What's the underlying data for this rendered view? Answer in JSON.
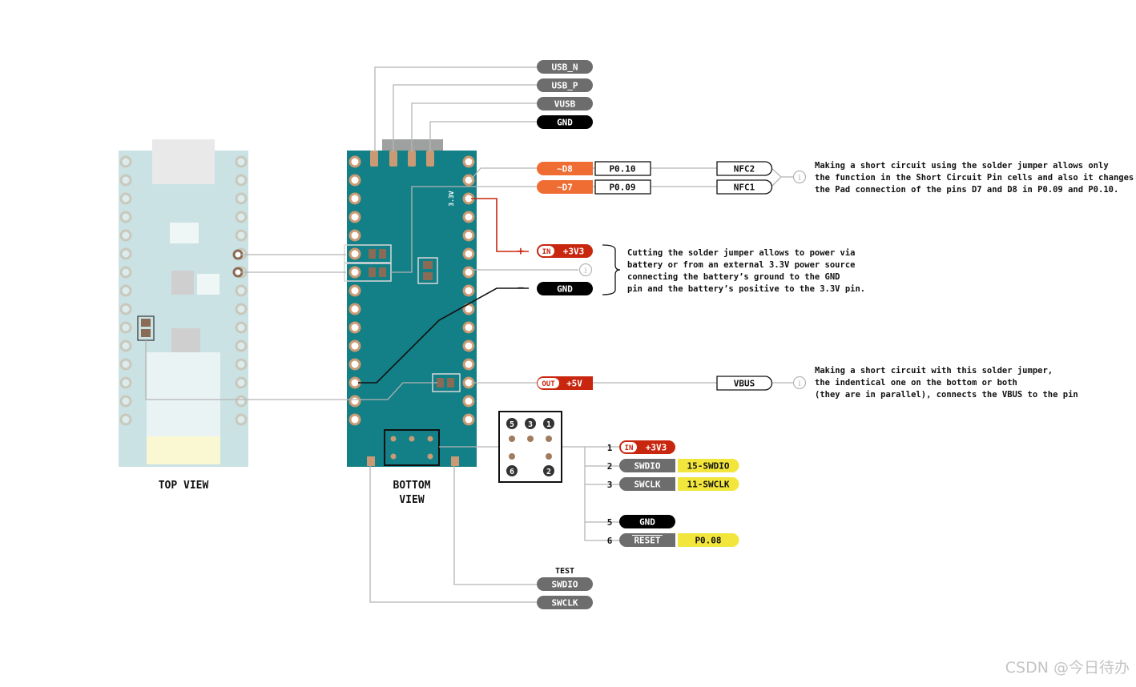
{
  "views": {
    "top": "TOP VIEW",
    "bottom_line1": "BOTTOM",
    "bottom_line2": "VIEW"
  },
  "usb_pins": [
    "USB_N",
    "USB_P",
    "VUSB",
    "GND"
  ],
  "board_mark": "3.3V",
  "d8": {
    "pin": "~D8",
    "port": "P0.10",
    "nfc": "NFC2"
  },
  "d7": {
    "pin": "~D7",
    "port": "P0.09",
    "nfc": "NFC1"
  },
  "power_in": {
    "tag": "IN",
    "label": "+3V3",
    "sign": "+"
  },
  "power_gnd": {
    "label": "GND",
    "sign": "−"
  },
  "vbus": {
    "tag": "OUT",
    "label": "+5V",
    "name": "VBUS"
  },
  "info_icon": "i",
  "notes": {
    "nfc": [
      "Making a short circuit using the solder jumper allows only",
      "the function in the Short Circuit Pin cells and also it changes",
      "the Pad connection of the pins D7 and D8 in P0.09 and P0.10."
    ],
    "power": [
      "Cutting the solder jumper allows to power via",
      "battery or from an external 3.3V power source",
      "connecting the battery’s ground to the GND",
      "pin and the battery’s positive to the 3.3V pin."
    ],
    "vbus": [
      "Making a short circuit with this solder jumper,",
      "the indentical one on the bottom or both",
      "(they are in parallel), connects the VBUS to the pin"
    ]
  },
  "header_pin_numbers": [
    "5",
    "3",
    "1",
    "6",
    "2"
  ],
  "debug_pins": [
    {
      "num": "1",
      "tag": "IN",
      "label": "+3V3"
    },
    {
      "num": "2",
      "label": "SWDIO",
      "alt": "15-SWDIO"
    },
    {
      "num": "3",
      "label": "SWCLK",
      "alt": "11-SWCLK"
    },
    {
      "num": "5",
      "label": "GND"
    },
    {
      "num": "6",
      "label": "RESET",
      "alt": "P0.08"
    }
  ],
  "test": {
    "title": "TEST",
    "pins": [
      "SWDIO",
      "SWCLK"
    ]
  },
  "watermark": "CSDN @今日待办",
  "colors": {
    "board": "#137f86",
    "board_top_faded": "#cfe4e5",
    "pad": "#c99a73",
    "label_gray": "#6d6d6d",
    "label_black": "#000000",
    "label_orange": "#ef6c33",
    "label_red": "#c8260f",
    "label_yellow": "#f2e63d",
    "line": "#b5b5b5"
  }
}
